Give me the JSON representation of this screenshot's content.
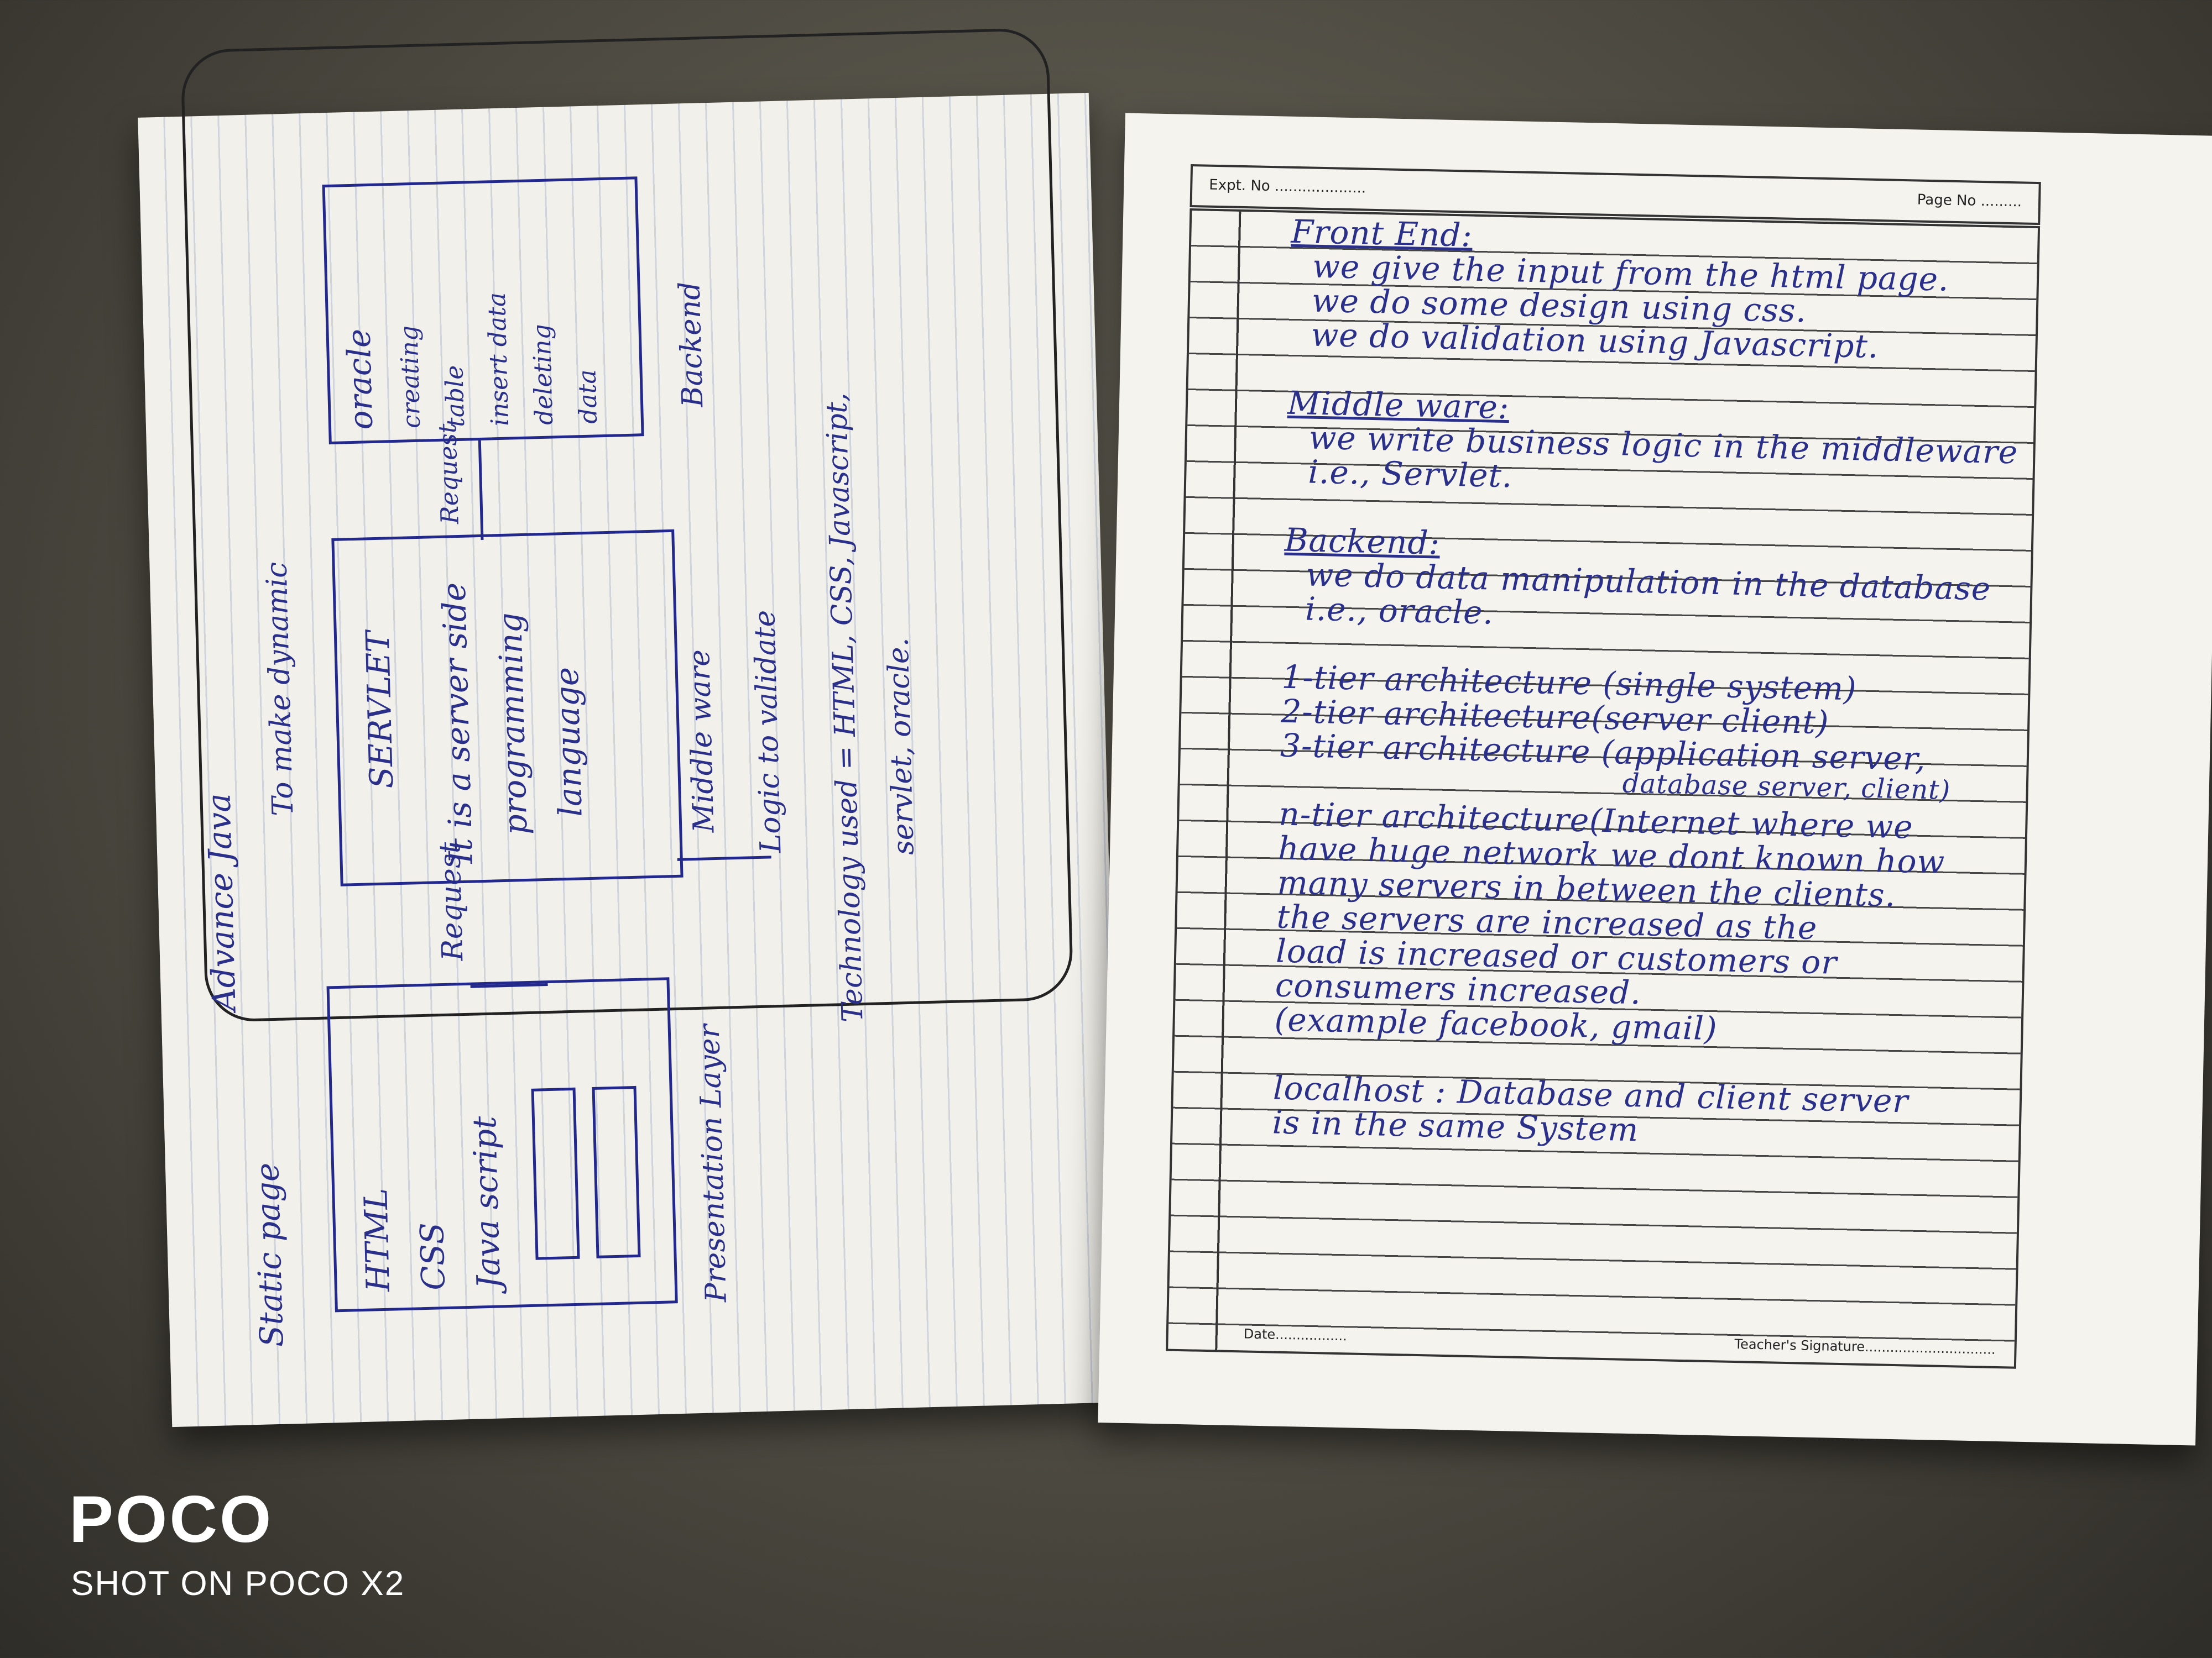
{
  "left_page": {
    "title": "Advance Java",
    "note_dynamic": "To make dynamic",
    "static_page": "Static page",
    "frontend_box": {
      "line1": "HTML",
      "line2": "CSS",
      "line3": "Java script"
    },
    "presentation_layer": "Presentation Layer",
    "request_1": "Request",
    "servlet_box": {
      "title": "SERVLET",
      "line1": "It is a server side",
      "line2": "programming",
      "line3": "language"
    },
    "middleware": "Middle ware",
    "logic": "Logic to validate",
    "request_2": "Request",
    "oracle_box": {
      "title": "oracle",
      "line1": "creating",
      "line2": "table",
      "line3": "insert data",
      "line4": "deleting",
      "line5": "data"
    },
    "backend": "Backend",
    "technology_1": "Technology used = HTML, CSS, Javascript,",
    "technology_2": "servlet, oracle."
  },
  "right_page": {
    "header": {
      "expt_no": "Expt. No ....................",
      "page_no": "Page No ........."
    },
    "footer": {
      "date": "Date.................",
      "teacher_signature": "Teacher's Signature..............................."
    },
    "lines": [
      "Front End:",
      "we give the input from the html page.",
      "we do some design using css.",
      "we do validation using Javascript.",
      "Middle ware:",
      "we write business logic in the middleware",
      "i.e., Servlet.",
      "Backend:",
      "we do data manipulation in the database",
      "i.e., oracle.",
      "1-tier architecture (single system)",
      "2-tier architecture(server client)",
      "3-tier architecture (application server,",
      "database server, client)",
      "n-tier architecture(Internet where we",
      "have huge network we dont known how",
      "many servers in between the clients.",
      "the servers are increased as the",
      "load is increased or customers or",
      "consumers increased.",
      "(example facebook, gmail)",
      "localhost : Database and client server",
      "is in the same System"
    ]
  },
  "watermark": {
    "brand": "POCO",
    "subtitle": "SHOT ON POCO X2"
  }
}
